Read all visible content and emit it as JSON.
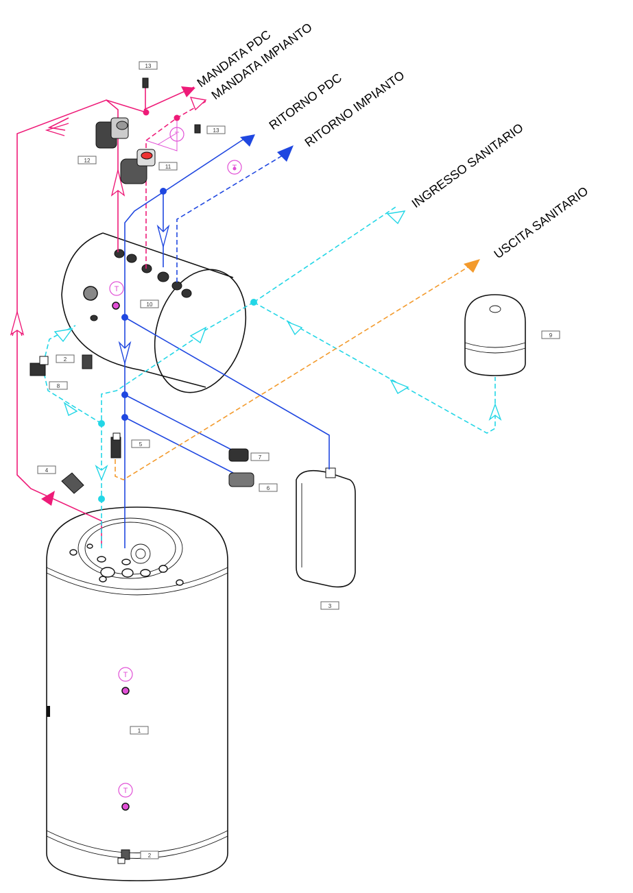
{
  "labels": {
    "mandata_pdc": "MANDATA PDC",
    "mandata_impianto": "MANDATA IMPIANTO",
    "ritorno_pdc": "RITORNO PDC",
    "ritorno_impianto": "RITORNO IMPIANTO",
    "ingresso_sanitario": "INGRESSO SANITARIO",
    "uscita_sanitario": "USCITA SANITARIO"
  },
  "tags": {
    "t1": "1",
    "t2a": "2",
    "t2b": "2",
    "t3": "3",
    "t4": "4",
    "t5": "5",
    "t6": "6",
    "t7": "7",
    "t8": "8",
    "t9": "9",
    "t10": "10",
    "t11": "11",
    "t12": "12",
    "t13a": "13",
    "t13b": "13"
  },
  "sensor": "T",
  "colors": {
    "magenta": "#ee1b78",
    "sensor_magenta": "#e14fd6",
    "blue": "#1f47e0",
    "cyan": "#22d6e6",
    "orange": "#f39a2c",
    "outline": "#111111"
  }
}
